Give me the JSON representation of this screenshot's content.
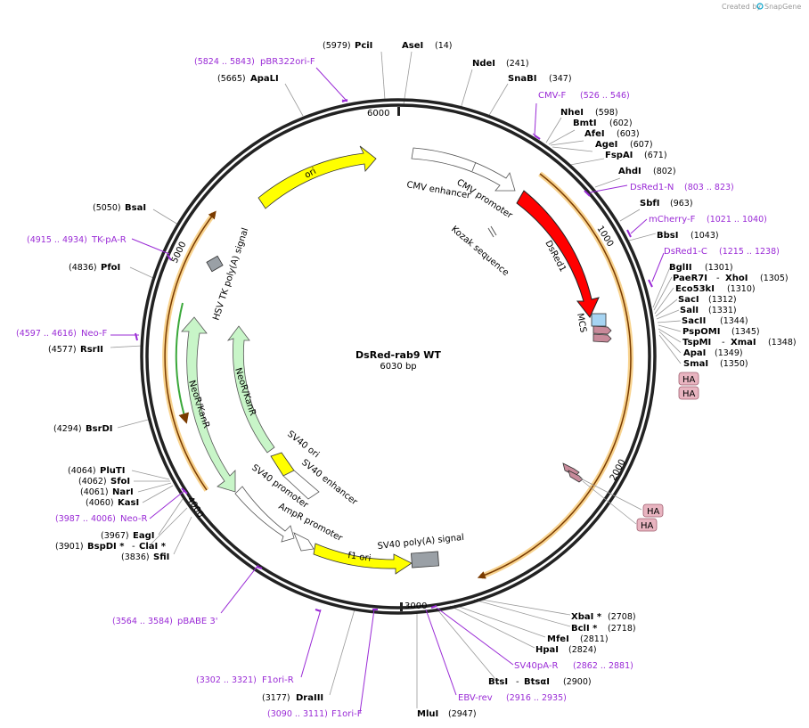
{
  "credit": {
    "prefix": "Created by",
    "brand": "SnapGene"
  },
  "plasmid": {
    "name": "DsRed-rab9 WT",
    "size": "6030 bp"
  },
  "ticks": [
    "1000",
    "2000",
    "3000",
    "4000",
    "5000",
    "6000"
  ],
  "features": {
    "ori": "ori",
    "cmv_enhancer": "CMV enhancer",
    "cmv_promoter": "CMV promoter",
    "kozak": "Kozak sequence",
    "dsred1": "DsRed1",
    "mcs": "MCS",
    "ha1": "HA",
    "ha2": "HA",
    "ha3": "HA",
    "ha4": "HA",
    "hsv_tk": "HSV TK poly(A) signal",
    "neokan_outer": "NeoR/KanR",
    "neokan_inner": "NeoR/KanR",
    "sv40_ori": "SV40 ori",
    "sv40_enh": "SV40 enhancer",
    "sv40_prom": "SV40 promoter",
    "ampr_prom": "AmpR promoter",
    "f1ori": "f1 ori",
    "sv40_polya": "SV40 poly(A) signal"
  },
  "sites": {
    "PciI": {
      "pos": "(5979)",
      "name": "PciI"
    },
    "AseI": {
      "pos": "(14)",
      "name": "AseI"
    },
    "NdeI": {
      "pos": "(241)",
      "name": "NdeI"
    },
    "SnaBI": {
      "pos": "(347)",
      "name": "SnaBI"
    },
    "ApaLI": {
      "pos": "(5665)",
      "name": "ApaLI"
    },
    "NheI": {
      "pos": "(598)",
      "name": "NheI"
    },
    "BmtI": {
      "pos": "(602)",
      "name": "BmtI"
    },
    "AfeI": {
      "pos": "(603)",
      "name": "AfeI"
    },
    "AgeI": {
      "pos": "(607)",
      "name": "AgeI"
    },
    "FspAI": {
      "pos": "(671)",
      "name": "FspAI"
    },
    "AhdI": {
      "pos": "(802)",
      "name": "AhdI"
    },
    "SbfI": {
      "pos": "(963)",
      "name": "SbfI"
    },
    "BbsI": {
      "pos": "(1043)",
      "name": "BbsI"
    },
    "BglII": {
      "pos": "(1301)",
      "name": "BglII"
    },
    "PaeR7I": {
      "pos": "(1305)",
      "name": "PaeR7I",
      "partner": "XhoI"
    },
    "Eco53kI": {
      "pos": "(1310)",
      "name": "Eco53kI"
    },
    "SacI": {
      "pos": "(1312)",
      "name": "SacI"
    },
    "SalI": {
      "pos": "(1331)",
      "name": "SalI"
    },
    "SacII": {
      "pos": "(1344)",
      "name": "SacII"
    },
    "PspOMI": {
      "pos": "(1345)",
      "name": "PspOMI"
    },
    "TspMI": {
      "pos": "(1348)",
      "name": "TspMI",
      "partner": "XmaI"
    },
    "ApaI": {
      "pos": "(1349)",
      "name": "ApaI"
    },
    "SmaI": {
      "pos": "(1350)",
      "name": "SmaI"
    },
    "BsaI": {
      "pos": "(5050)",
      "name": "BsaI"
    },
    "PfoI": {
      "pos": "(4836)",
      "name": "PfoI"
    },
    "RsrII": {
      "pos": "(4577)",
      "name": "RsrII"
    },
    "BsrDI": {
      "pos": "(4294)",
      "name": "BsrDI"
    },
    "PluTI": {
      "pos": "(4064)",
      "name": "PluTI"
    },
    "SfoI": {
      "pos": "(4062)",
      "name": "SfoI"
    },
    "NarI": {
      "pos": "(4061)",
      "name": "NarI"
    },
    "KasI": {
      "pos": "(4060)",
      "name": "KasI"
    },
    "EagI": {
      "pos": "(3967)",
      "name": "EagI"
    },
    "BspDI": {
      "pos": "(3901)",
      "name": "BspDI *",
      "partner": "ClaI *"
    },
    "SfiI": {
      "pos": "(3836)",
      "name": "SfiI"
    },
    "XbaI": {
      "pos": "(2708)",
      "name": "XbaI *"
    },
    "BclI": {
      "pos": "(2718)",
      "name": "BclI *"
    },
    "MfeI": {
      "pos": "(2811)",
      "name": "MfeI"
    },
    "HpaI": {
      "pos": "(2824)",
      "name": "HpaI"
    },
    "BtsI": {
      "pos": "(2900)",
      "name": "BtsI",
      "partner": "BtsαI"
    },
    "MluI": {
      "pos": "(2947)",
      "name": "MluI"
    },
    "DraIII": {
      "pos": "(3177)",
      "name": "DraIII"
    }
  },
  "primers": {
    "pBR322ori": {
      "pos": "(5824 .. 5843)",
      "name": "pBR322ori-F"
    },
    "CMVF": {
      "name": "CMV-F",
      "pos": "(526 .. 546)"
    },
    "DsRed1N": {
      "name": "DsRed1-N",
      "pos": "(803 .. 823)"
    },
    "mCherryF": {
      "name": "mCherry-F",
      "pos": "(1021 .. 1040)"
    },
    "DsRed1C": {
      "name": "DsRed1-C",
      "pos": "(1215 .. 1238)"
    },
    "TKpAR": {
      "pos": "(4915 .. 4934)",
      "name": "TK-pA-R"
    },
    "NeoF": {
      "pos": "(4597 .. 4616)",
      "name": "Neo-F"
    },
    "NeoR": {
      "pos": "(3987 .. 4006)",
      "name": "Neo-R"
    },
    "pBABE": {
      "pos": "(3564 .. 3584)",
      "name": "pBABE 3'"
    },
    "F1oriR": {
      "pos": "(3302 .. 3321)",
      "name": "F1ori-R"
    },
    "F1oriF": {
      "pos": "(3090 .. 3111)",
      "name": "F1ori-F"
    },
    "SV40pAR": {
      "name": "SV40pA-R",
      "pos": "(2862 .. 2881)"
    },
    "EBVrev": {
      "name": "EBV-rev",
      "pos": "(2916 .. 2935)"
    }
  },
  "colors": {
    "backbone": "#222222",
    "primer": "#9a2bd6",
    "orf_orange": "#f5a623",
    "dsred": "#ff0000",
    "yellow": "#ffff00",
    "green": "#c8f5c8",
    "ha": "#e8b4c0",
    "grey_box": "#9aa0a6"
  }
}
